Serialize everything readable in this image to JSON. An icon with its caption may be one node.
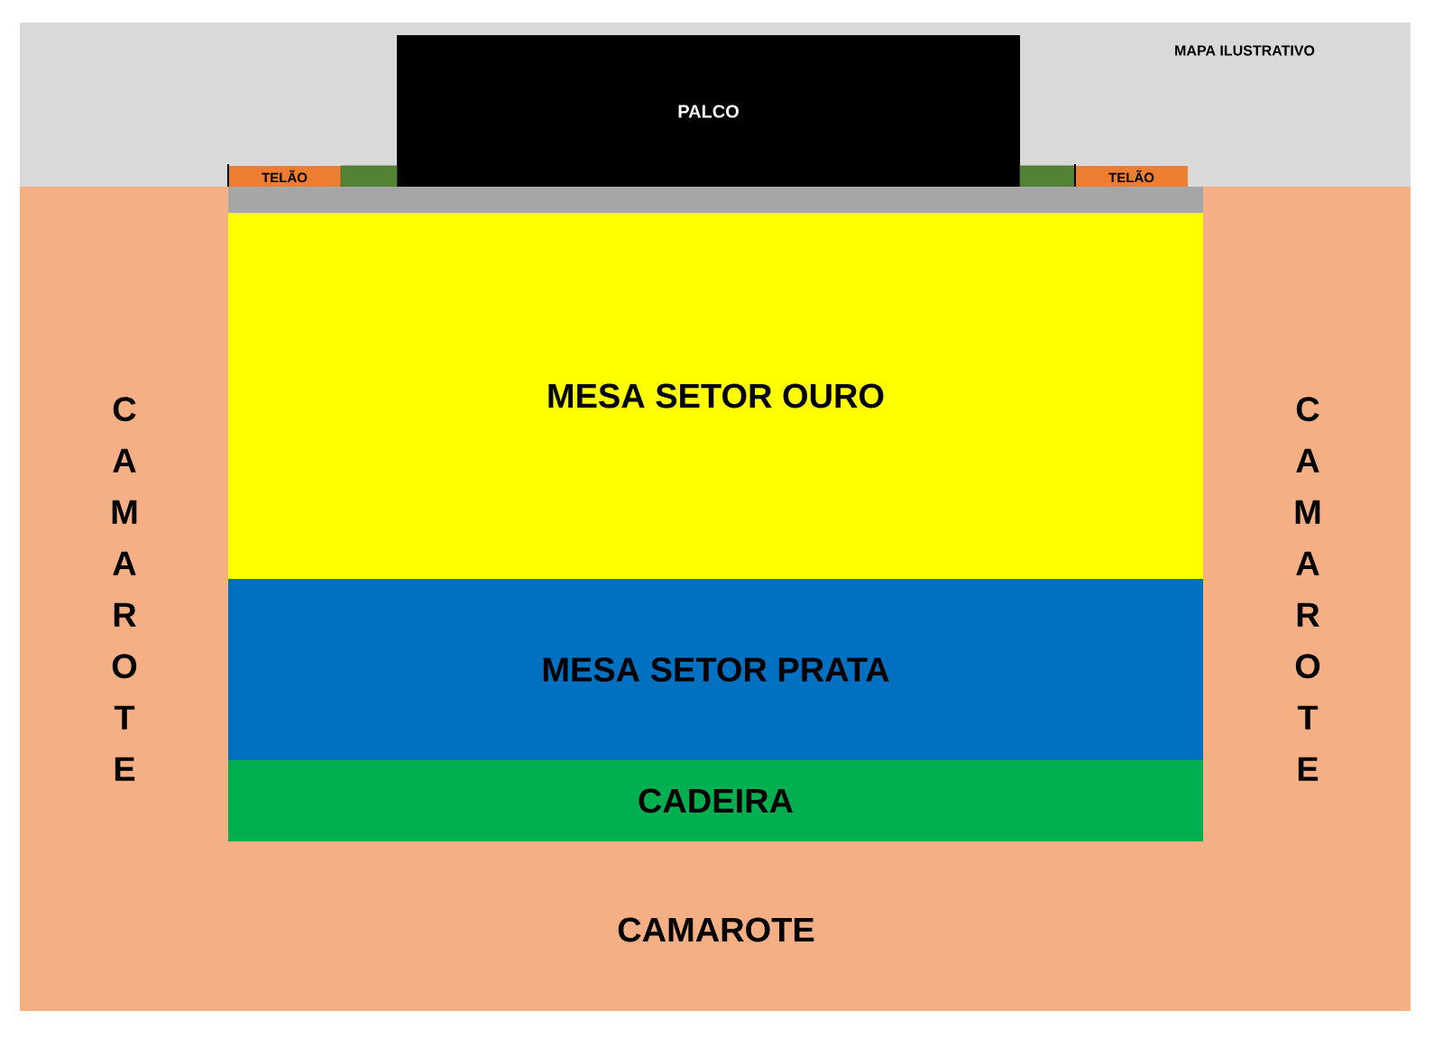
{
  "diagram": {
    "nodes": [
      {
        "text": [
          "PALCO"
        ]
      },
      {
        "text": [
          "TELÃO"
        ]
      },
      {
        "text": [],
        "shape": "box"
      },
      {
        "text": [],
        "shape": "box"
      },
      {
        "text": [
          "TELÃO"
        ]
      },
      {
        "text": [],
        "shape": "bar",
        "in": 6
      },
      {
        "text": [
          "CAMAROTE",
          "CAMAROTE",
          "CAMAROTE"
        ]
      },
      {
        "text": [
          "MESA SETOR OURO"
        ],
        "in": 6
      },
      {
        "text": [
          "MESA SETOR PRATA"
        ],
        "in": 6
      },
      {
        "text": [
          "CADEIRA"
        ],
        "in": 6
      }
    ],
    "edges": [],
    "labels": [
      "MAPA ILUSTRATIVO"
    ]
  }
}
